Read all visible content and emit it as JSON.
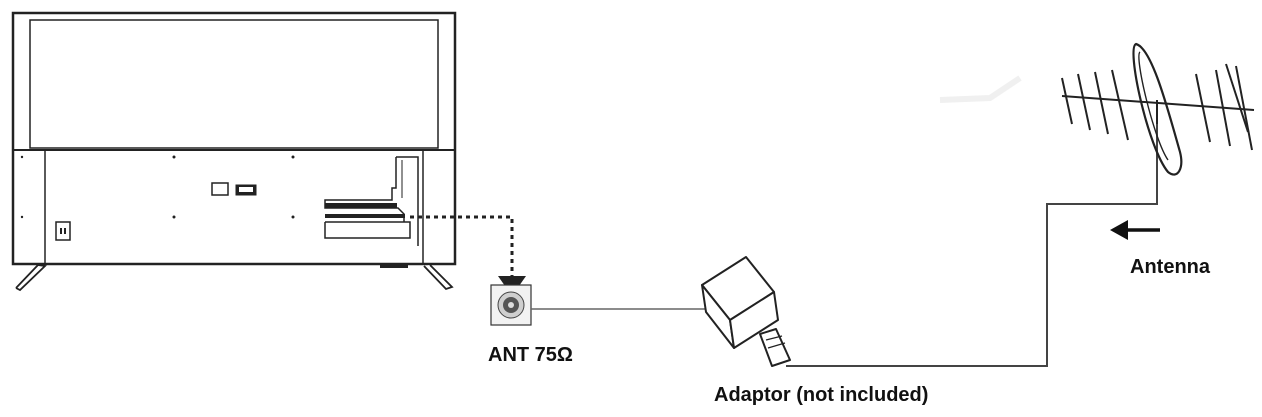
{
  "labels": {
    "ant_port": "ANT 75Ω",
    "adaptor": "Adaptor (not included)",
    "antenna": "Antenna"
  },
  "colors": {
    "line": "#222222",
    "cable": "#666666",
    "background": "#ffffff"
  },
  "icons": {
    "tv": "tv-rear-panel-icon",
    "port": "coaxial-port-icon",
    "adaptor": "adaptor-icon",
    "antenna": "yagi-antenna-icon",
    "arrow": "arrow-left-icon"
  }
}
